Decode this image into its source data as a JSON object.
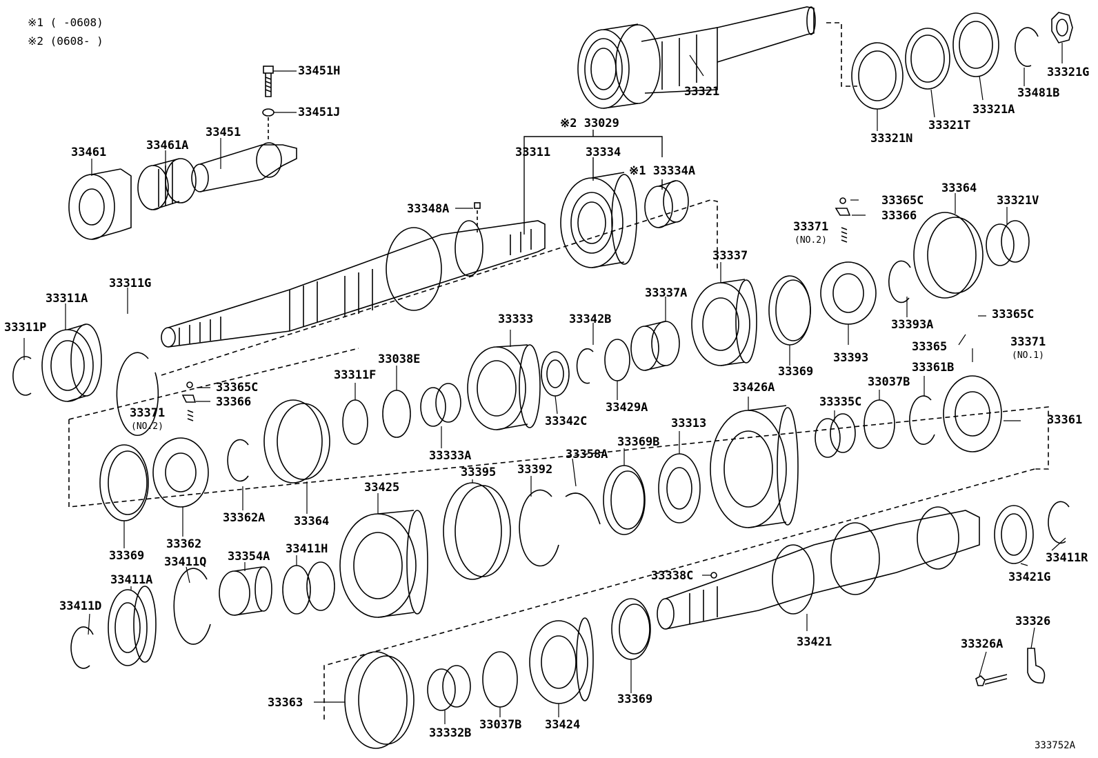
{
  "notes": {
    "n1": "※1 (     -0608)",
    "n2": "※2 (0608-     )"
  },
  "figure_id": "333752A",
  "labels": {
    "p33451H": "33451H",
    "p33451J": "33451J",
    "p33451": "33451",
    "p33461": "33461",
    "p33461A": "33461A",
    "p33321": "33321",
    "p33321N": "33321N",
    "p33321T": "33321T",
    "p33321A": "33321A",
    "p33481B": "33481B",
    "p33321G": "33321G",
    "p33029": "※2 33029",
    "p33311": "33311",
    "p33334": "33334",
    "p33334A": "※1 33334A",
    "p33348A": "33348A",
    "p33365C_a": "33365C",
    "p33366_a": "33366",
    "p33364_a": "33364",
    "p33321V": "33321V",
    "p33371_a": "33371",
    "p33371_a_sub": "(NO.2)",
    "p33311A": "33311A",
    "p33311G": "33311G",
    "p33311P": "33311P",
    "p33337": "33337",
    "p33337A": "33337A",
    "p33342B": "33342B",
    "p33333": "33333",
    "p33393": "33393",
    "p33393A": "33393A",
    "p33365C_b": "33365C",
    "p33365": "33365",
    "p33371_b": "33371",
    "p33371_b_sub": "(NO.1)",
    "p33369_a": "33369",
    "p33038E": "33038E",
    "p33311F": "33311F",
    "p33342C": "33342C",
    "p33429A": "33429A",
    "p33426A": "33426A",
    "p33335C": "33335C",
    "p33037B_a": "33037B",
    "p33361B": "33361B",
    "p33361": "33361",
    "p33365C_c": "33365C",
    "p33366_c": "33366",
    "p33371_c": "33371",
    "p33371_c_sub": "(NO.2)",
    "p33333A": "33333A",
    "p33313": "33313",
    "p33369B": "33369B",
    "p33358A": "33358A",
    "p33392": "33392",
    "p33395": "33395",
    "p33425": "33425",
    "p33362A": "33362A",
    "p33364_b": "33364",
    "p33362": "33362",
    "p33369_b": "33369",
    "p33411H": "33411H",
    "p33354A": "33354A",
    "p33411Q": "33411Q",
    "p33411A": "33411A",
    "p33411D": "33411D",
    "p33338C": "33338C",
    "p33421": "33421",
    "p33421G": "33421G",
    "p33411R": "33411R",
    "p33326": "33326",
    "p33326A": "33326A",
    "p33363": "33363",
    "p33332B": "33332B",
    "p33037B_b": "33037B",
    "p33424": "33424",
    "p33369_c": "33369"
  }
}
